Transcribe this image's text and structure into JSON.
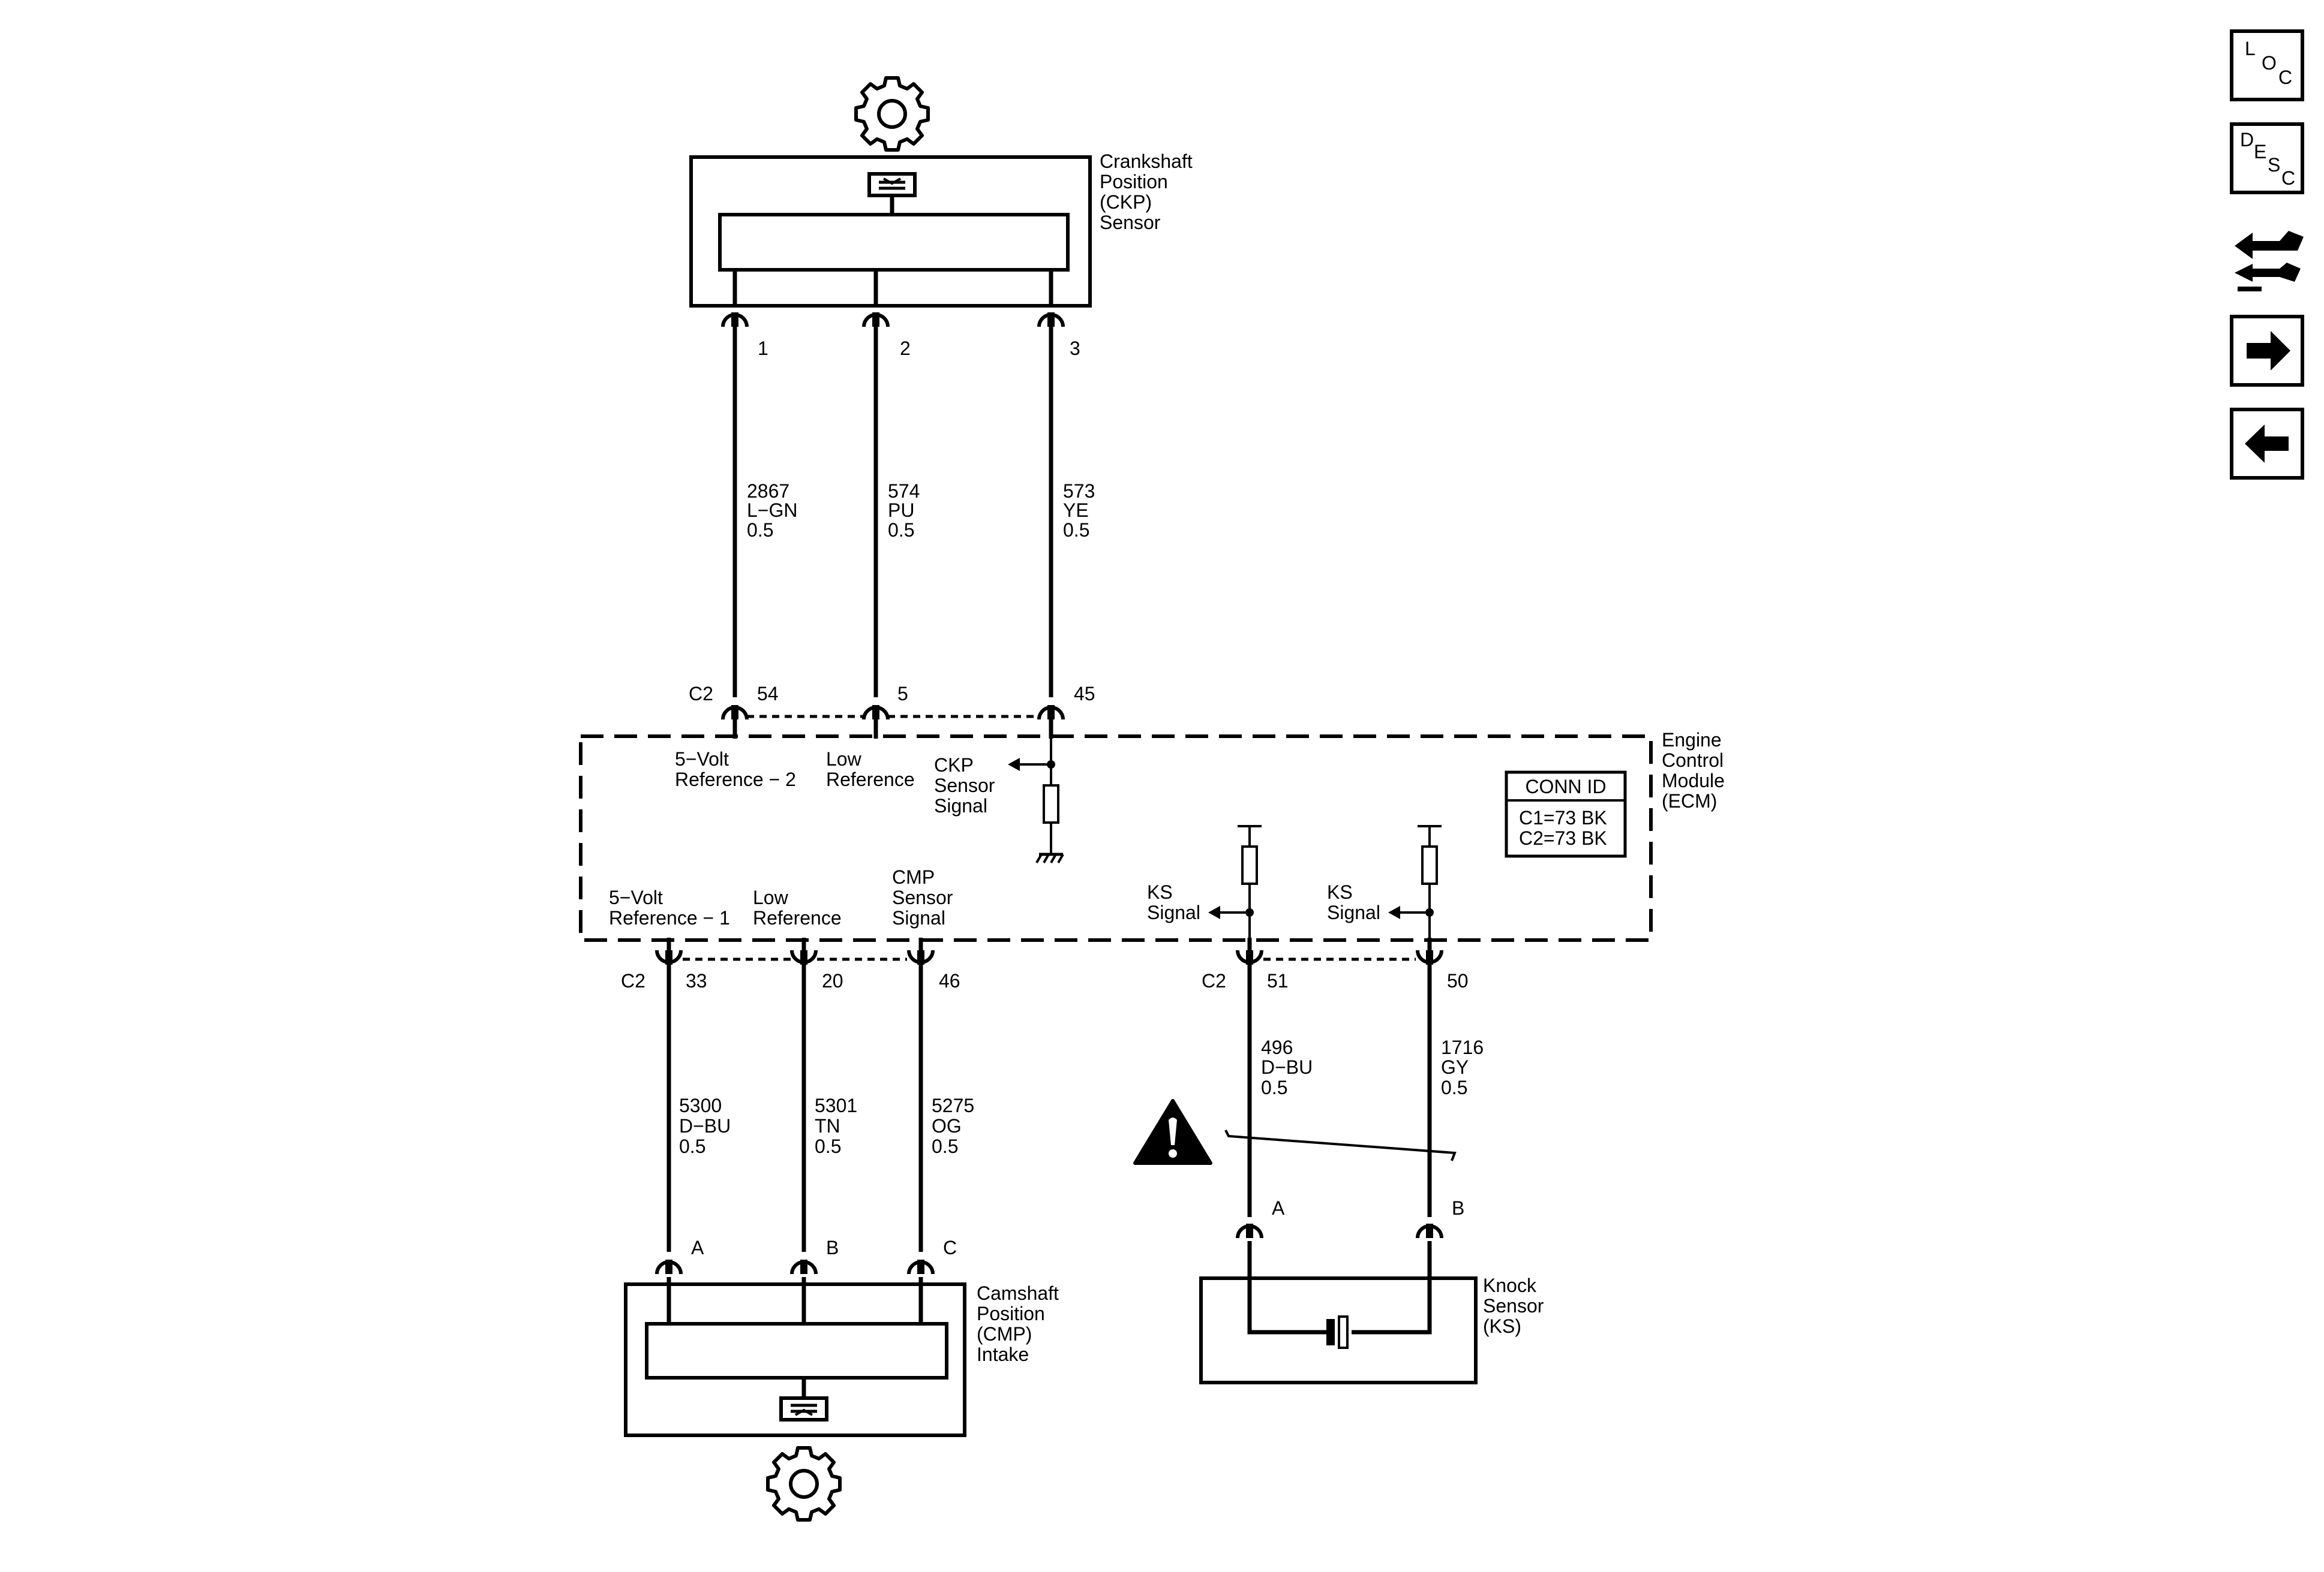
{
  "ckp_sensor": {
    "name_lines": [
      "Crankshaft",
      "Position",
      "(CKP)",
      "Sensor"
    ],
    "pins": [
      "1",
      "2",
      "3"
    ],
    "wires": [
      {
        "circuit": "2867",
        "color": "L−GN",
        "gauge": "0.5"
      },
      {
        "circuit": "574",
        "color": "PU",
        "gauge": "0.5"
      },
      {
        "circuit": "573",
        "color": "YE",
        "gauge": "0.5"
      }
    ]
  },
  "ecm": {
    "name_lines": [
      "Engine",
      "Control",
      "Module",
      "(ECM)"
    ],
    "top_connector": {
      "id": "C2",
      "pins": [
        "54",
        "5",
        "45"
      ]
    },
    "top_labels": [
      [
        "5−Volt",
        "Reference − 2"
      ],
      [
        "Low",
        "Reference"
      ],
      [
        "CKP",
        "Sensor",
        "Signal"
      ]
    ],
    "bottom_labels": [
      [
        "5−Volt",
        "Reference − 1"
      ],
      [
        "Low",
        "Reference"
      ],
      [
        "CMP",
        "Sensor",
        "Signal"
      ]
    ],
    "ks_labels": [
      [
        "KS",
        "Signal"
      ],
      [
        "KS",
        "Signal"
      ]
    ],
    "bottom_left_connector": {
      "id": "C2",
      "pins": [
        "33",
        "20",
        "46"
      ]
    },
    "bottom_right_connector": {
      "id": "C2",
      "pins": [
        "51",
        "50"
      ]
    },
    "conn_id": {
      "title": "CONN ID",
      "lines": [
        "C1=73 BK",
        "C2=73 BK"
      ]
    }
  },
  "cmp_sensor": {
    "name_lines": [
      "Camshaft",
      "Position",
      "(CMP)",
      "Intake"
    ],
    "pins": [
      "A",
      "B",
      "C"
    ],
    "wires": [
      {
        "circuit": "5300",
        "color": "D−BU",
        "gauge": "0.5"
      },
      {
        "circuit": "5301",
        "color": "TN",
        "gauge": "0.5"
      },
      {
        "circuit": "5275",
        "color": "OG",
        "gauge": "0.5"
      }
    ]
  },
  "knock_sensor": {
    "name_lines": [
      "Knock",
      "Sensor",
      "(KS)"
    ],
    "pins": [
      "A",
      "B"
    ],
    "wires": [
      {
        "circuit": "496",
        "color": "D−BU",
        "gauge": "0.5"
      },
      {
        "circuit": "1716",
        "color": "GY",
        "gauge": "0.5"
      }
    ]
  },
  "nav": {
    "loc": [
      "L",
      "O",
      "C"
    ],
    "desc": [
      "D",
      "E",
      "S",
      "C"
    ],
    "icons": [
      "connector-end-view-icon",
      "next-arrow-icon",
      "previous-arrow-icon"
    ]
  }
}
